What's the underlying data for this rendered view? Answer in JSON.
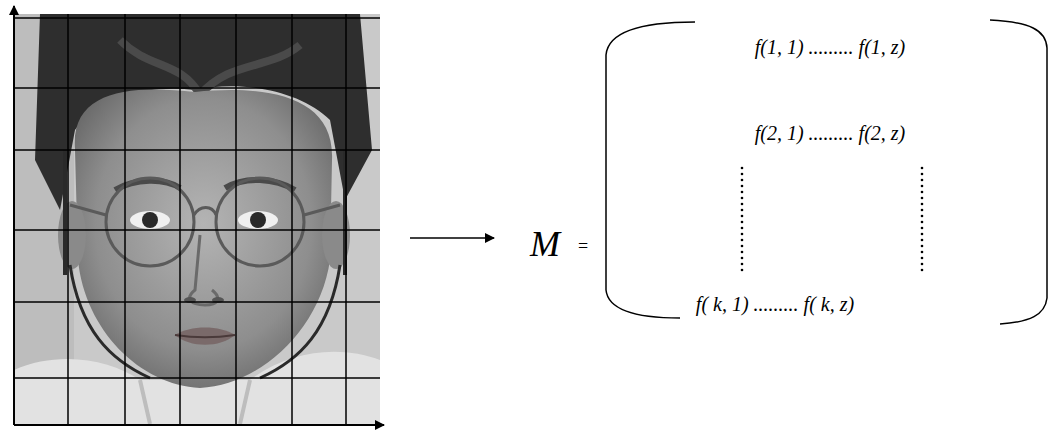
{
  "diagram": {
    "labels": [
      "M",
      "=",
      "f(1, 1) ......... f(1, z)",
      "f(2, 1) ......... f(2, z)",
      "f( k, 1) ......... f( k, z)"
    ]
  }
}
